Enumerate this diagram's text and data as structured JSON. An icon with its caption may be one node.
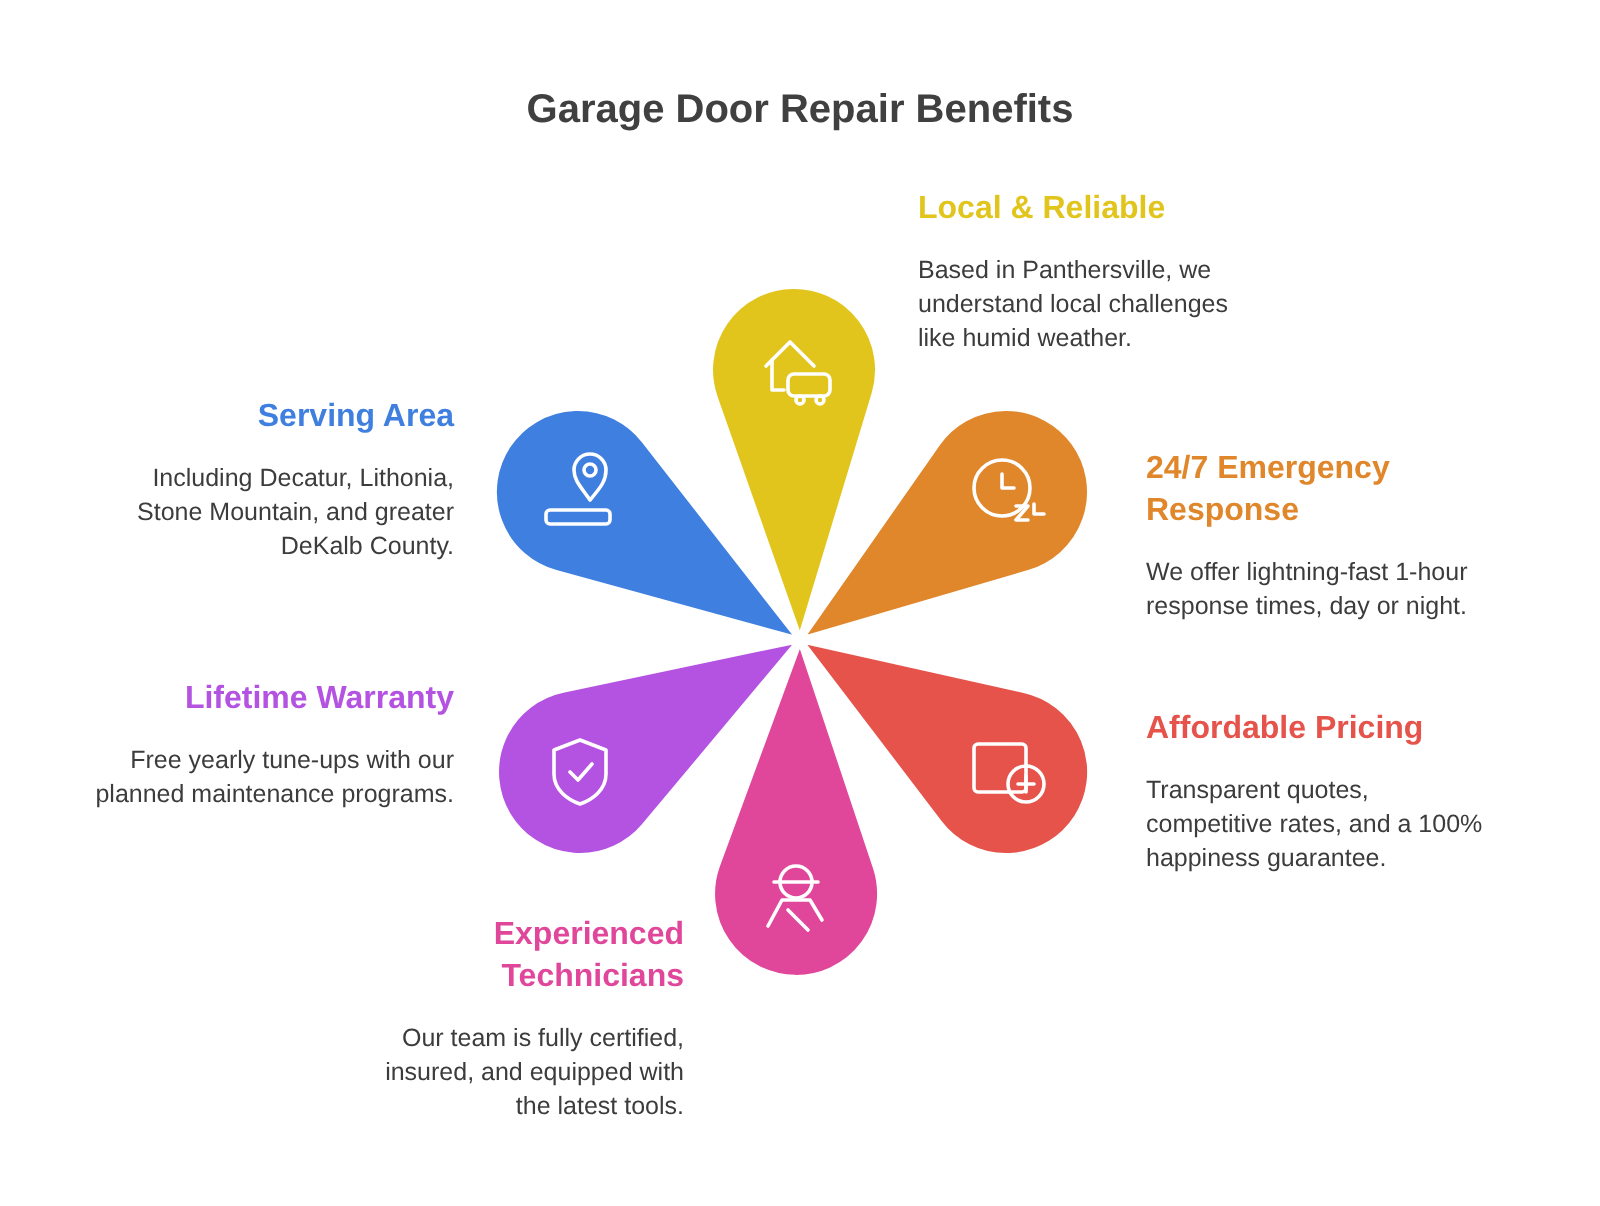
{
  "diagram": {
    "title": "Garage Door Repair Benefits",
    "nodes": [
      {
        "text": [
          "Local & Reliable",
          "Based in Panthersville, we understand local challenges like humid weather."
        ]
      },
      {
        "text": [
          "24/7 Emergency Response",
          "We offer lightning-fast 1-hour response times, day or night."
        ]
      },
      {
        "text": [
          "Affordable Pricing",
          "Transparent quotes, competitive rates, and a 100% happiness guarantee."
        ]
      },
      {
        "text": [
          "Experienced Technicians",
          "Our team is fully certified, insured, and equipped with the latest tools."
        ]
      },
      {
        "text": [
          "Lifetime Warranty",
          "Free yearly tune-ups with our planned maintenance programs."
        ]
      },
      {
        "text": [
          "Serving Area",
          "Including Decatur, Lithonia, Stone Mountain, and greater DeKalb County."
        ]
      }
    ],
    "edges": []
  }
}
